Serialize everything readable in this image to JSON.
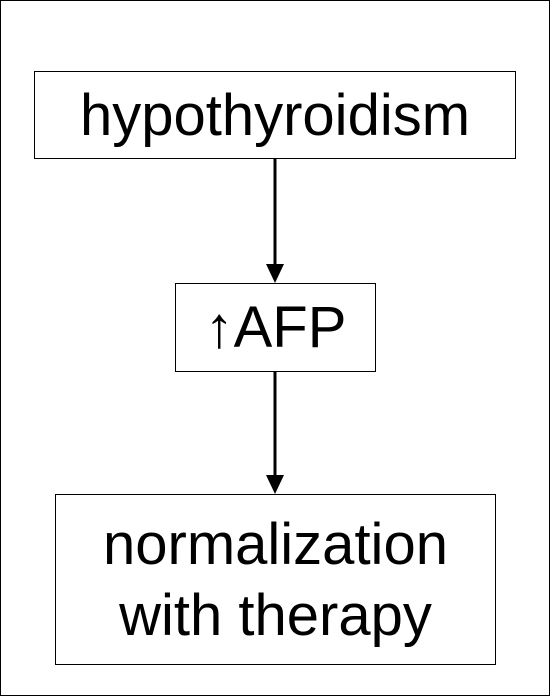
{
  "diagram": {
    "nodes": [
      {
        "id": "hypothyroidism",
        "label": "hypothyroidism"
      },
      {
        "id": "afp",
        "label": "↑AFP"
      },
      {
        "id": "normalization",
        "label": "normalization with therapy"
      }
    ],
    "edges": [
      {
        "from": "hypothyroidism",
        "to": "afp"
      },
      {
        "from": "afp",
        "to": "normalization"
      }
    ],
    "colors": {
      "stroke": "#000000",
      "text": "#000000",
      "background": "#ffffff"
    }
  }
}
